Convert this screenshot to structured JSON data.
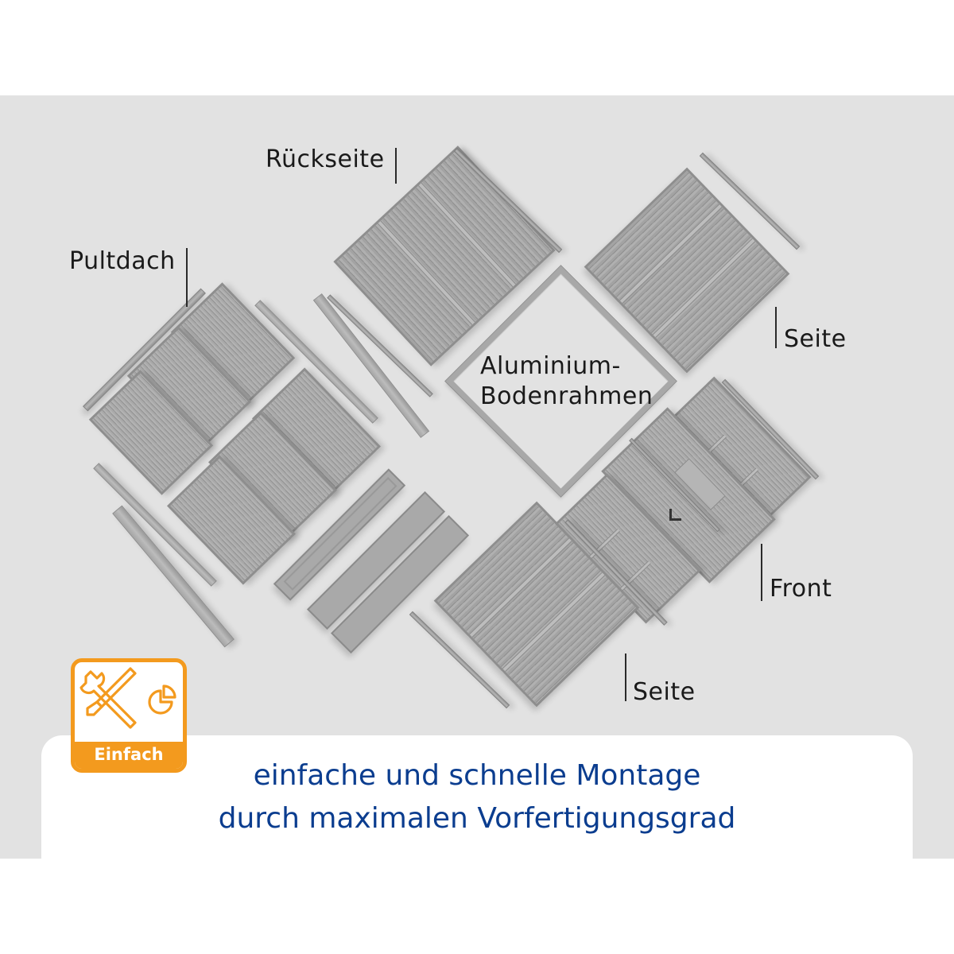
{
  "labels": {
    "rueckseite": "Rückseite",
    "pultdach": "Pultdach",
    "seite_top": "Seite",
    "aluminium_line1": "Aluminium-",
    "aluminium_line2": "Bodenrahmen",
    "front": "Front",
    "seite_bottom": "Seite"
  },
  "badge": {
    "label": "Einfach",
    "icons": [
      "wrench-icon",
      "screwdriver-icon",
      "pie-chart-icon"
    ],
    "color": "#F39A1E"
  },
  "tagline": {
    "line1": "einfache und schnelle Montage",
    "line2": "durch maximalen Vorfertigungsgrad",
    "color": "#0B3D8F"
  },
  "colors": {
    "background": "#E2E2E2",
    "panel_gray": "#A3A3A3",
    "label_text": "#1A1A1A"
  }
}
